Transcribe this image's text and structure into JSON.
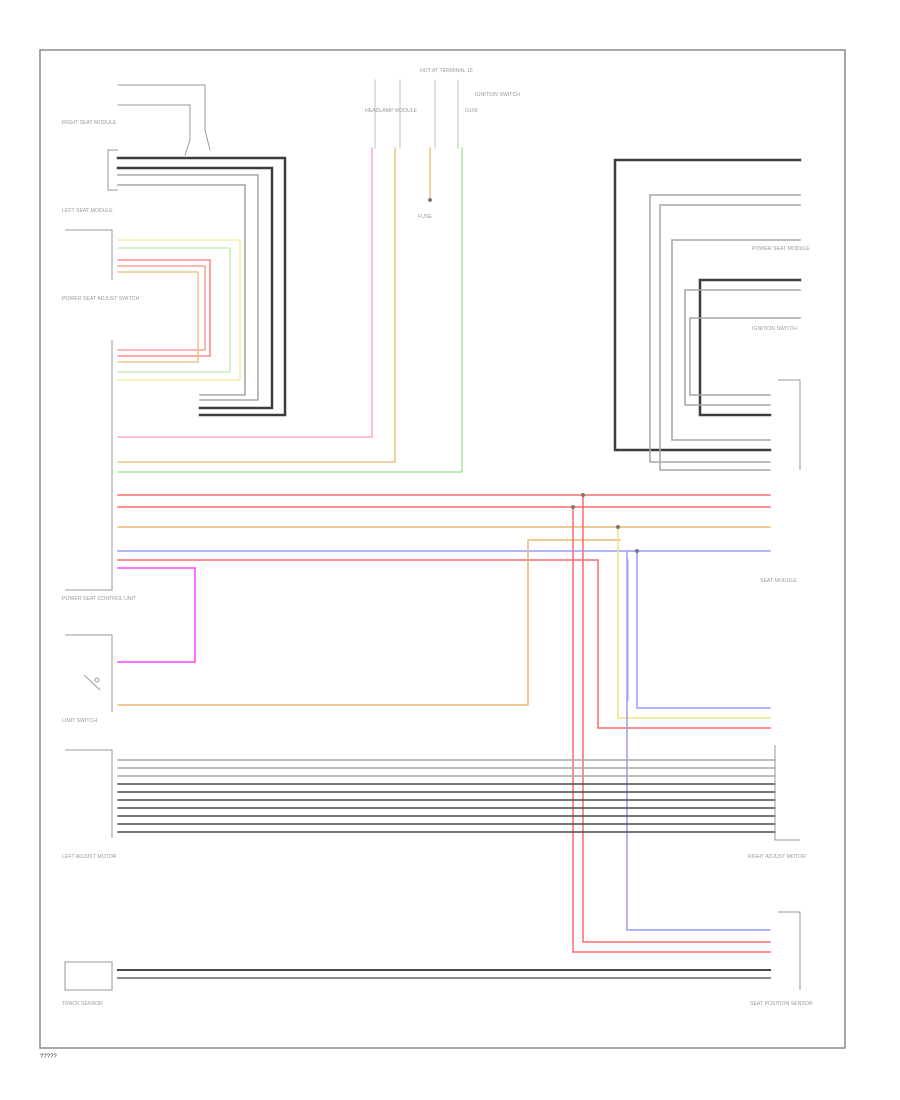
{
  "diagram": {
    "footer_code": "?????",
    "top_feed_label": "HOT AT TERMINAL 15",
    "components": {
      "right_seat_module": "RIGHT SEAT MODULE",
      "left_seat_module": "LEFT SEAT MODULE",
      "adjust_switch": "POWER SEAT ADJUST SWITCH",
      "headlamp_module": "HEADLAMP MODULE",
      "fuse": "FUSE",
      "ignition_switch": "IGNITION SWITCH",
      "ground": "G100",
      "power_seat_module_upper": "POWER SEAT MODULE",
      "ignition_switch_right": "IGNITION SWITCH",
      "seat_module_right": "SEAT MODULE",
      "control_unit": "POWER SEAT CONTROL UNIT",
      "limit_switch": "LIMIT SWITCH",
      "left_adjust_motor": "LEFT ADJUST MOTOR",
      "right_adjust_motor": "RIGHT ADJUST MOTOR",
      "track_sensor": "TRACK SENSOR",
      "seat_position_sensor": "SEAT POSITION SENSOR"
    },
    "wire_colors": {
      "gray": "#a0a0a0",
      "black": "#4a4a4a",
      "red": "#ff5a5a",
      "yellow": "#f0e08c",
      "green": "#aee8a6",
      "orange": "#e8b870",
      "blue": "#8e8ef0",
      "magenta": "#ff44ff",
      "pink": "#ff9ab8",
      "lime": "#9ee08a"
    }
  }
}
